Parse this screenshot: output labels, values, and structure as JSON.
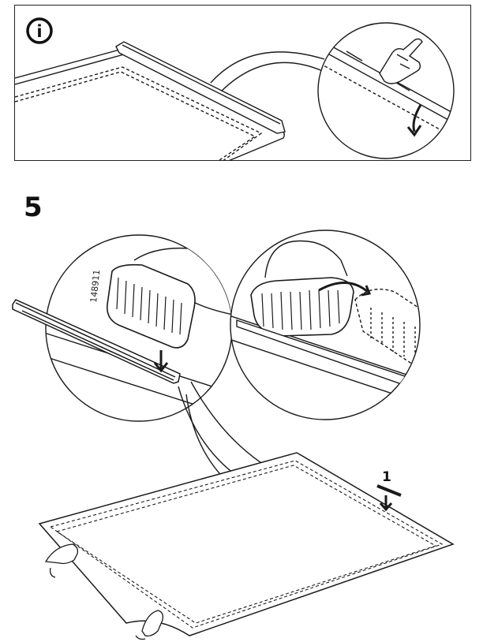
{
  "info_panel": {
    "icon": "info-icon",
    "icon_glyph": "i"
  },
  "step": {
    "number": "5"
  },
  "figure": {
    "part_code": "148911",
    "callout_label": "1"
  },
  "colors": {
    "line": "#1a1a1a",
    "background": "#ffffff",
    "shading": "#d9d9d9"
  }
}
